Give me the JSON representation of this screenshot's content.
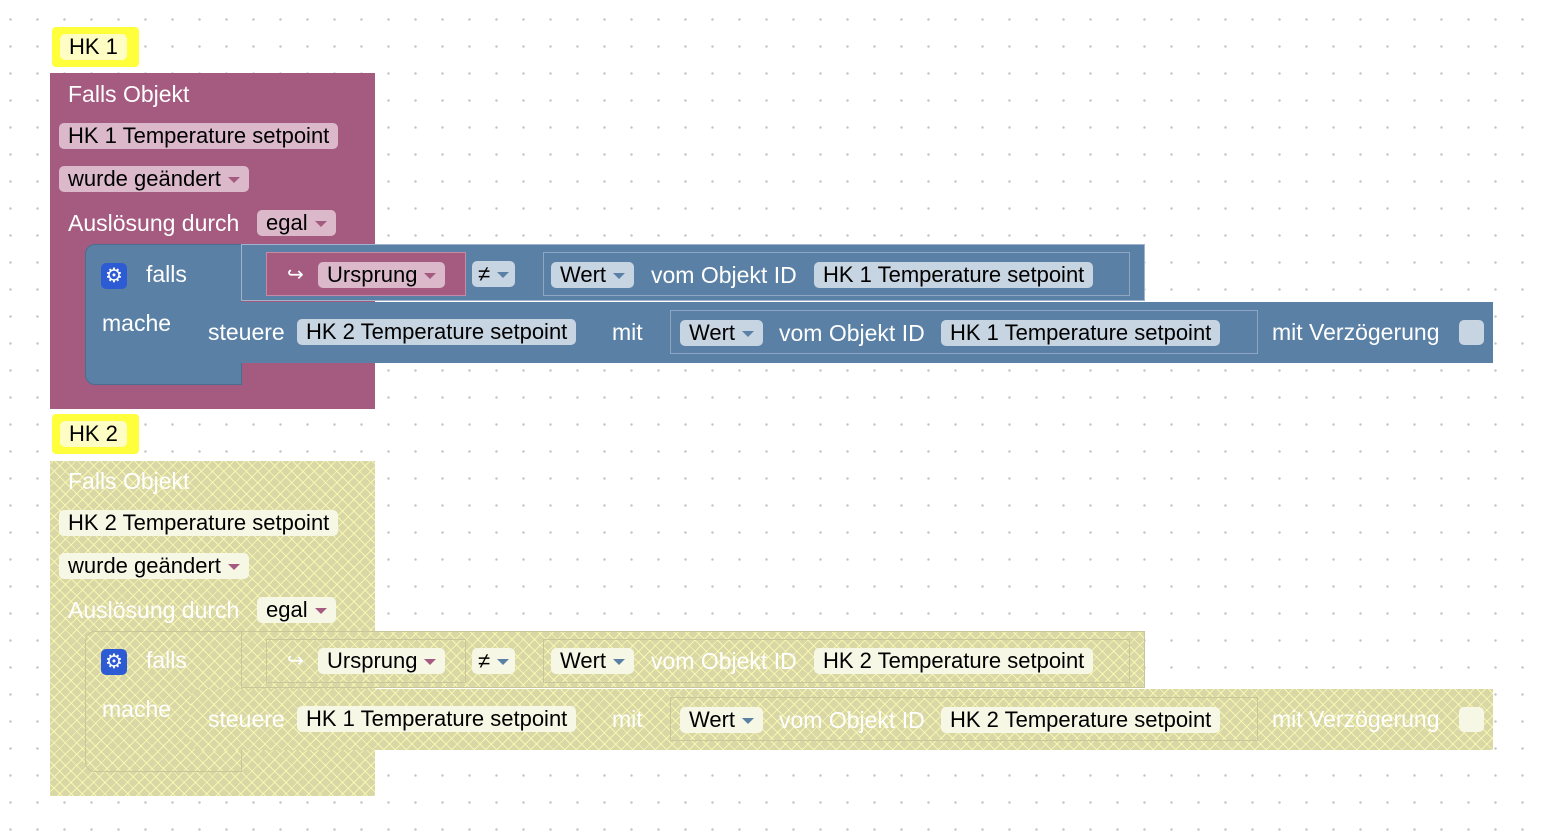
{
  "blocks": [
    {
      "label": "HK 1",
      "trigger_title": "Falls Objekt",
      "trigger_object": "HK 1 Temperature setpoint",
      "trigger_event": "wurde geändert",
      "trigger_by_label": "Auslösung durch",
      "trigger_by_value": "egal",
      "if_label": "falls",
      "do_label": "mache",
      "origin_arrow": "↪",
      "origin_value": "Ursprung",
      "operator": "≠",
      "value_dropdown": "Wert",
      "of_object_label": "vom Objekt ID",
      "compare_object": "HK 1 Temperature setpoint",
      "control_label": "steuere",
      "control_target": "HK 2 Temperature setpoint",
      "with_label": "mit",
      "source_value": "Wert",
      "source_of_label": "vom Objekt ID",
      "source_object": "HK 1 Temperature setpoint",
      "delay_label": "mit Verzögerung"
    },
    {
      "label": "HK 2",
      "trigger_title": "Falls Objekt",
      "trigger_object": "HK 2 Temperature setpoint",
      "trigger_event": "wurde geändert",
      "trigger_by_label": "Auslösung durch",
      "trigger_by_value": "egal",
      "if_label": "falls",
      "do_label": "mache",
      "origin_arrow": "↪",
      "origin_value": "Ursprung",
      "operator": "≠",
      "value_dropdown": "Wert",
      "of_object_label": "vom Objekt ID",
      "compare_object": "HK 2 Temperature setpoint",
      "control_label": "steuere",
      "control_target": "HK 1 Temperature setpoint",
      "with_label": "mit",
      "source_value": "Wert",
      "source_of_label": "vom Objekt ID",
      "source_object": "HK 2 Temperature setpoint",
      "delay_label": "mit Verzögerung"
    }
  ],
  "colors": {
    "event_block": "#a55b80",
    "logic_block": "#5b80a5",
    "label_highlight": "#ffff3c",
    "disabled_pattern": "#d9d7a6"
  },
  "icons": {
    "gear": "gear-icon",
    "dropdown": "chevron-down-icon"
  }
}
